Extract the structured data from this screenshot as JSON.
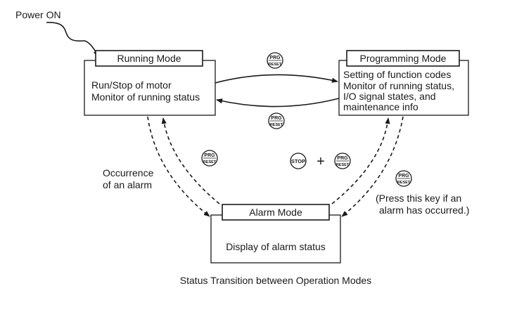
{
  "power_on": "Power ON",
  "running": {
    "title": "Running Mode",
    "lines": [
      "Run/Stop of motor",
      "Monitor of running status"
    ]
  },
  "programming": {
    "title": "Programming Mode",
    "lines": [
      "Setting of function codes",
      "Monitor of running status,",
      "I/O signal states, and",
      "maintenance info"
    ]
  },
  "alarm": {
    "title": "Alarm Mode",
    "lines": [
      "Display of alarm status"
    ]
  },
  "keys": {
    "prg": "PRG",
    "reset": "RESET",
    "stop": "STOP",
    "plus": "+"
  },
  "labels": {
    "occurrence": [
      "Occurrence",
      "of an alarm"
    ],
    "press_key": [
      "(Press this key if an",
      "alarm has occurred.)"
    ]
  },
  "caption": "Status Transition between Operation Modes"
}
